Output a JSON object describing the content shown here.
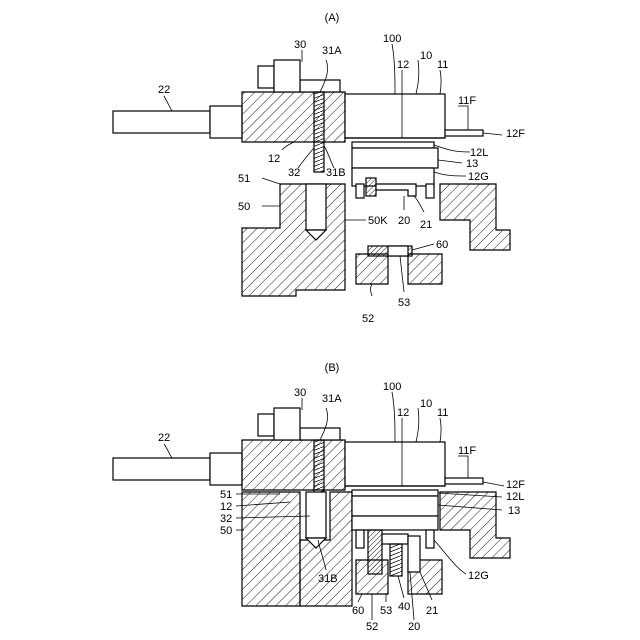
{
  "panels": [
    {
      "id": "A",
      "caption": "(A)",
      "labels": {
        "l22": "22",
        "l30": "30",
        "l31A": "31A",
        "l100": "100",
        "l10": "10",
        "l11": "11",
        "l12top": "12",
        "l11F": "11F",
        "l12F": "12F",
        "l12L": "12L",
        "l13": "13",
        "l12G": "12G",
        "l12left": "12",
        "l32": "32",
        "l31B": "31B",
        "l51": "51",
        "l50": "50",
        "l50K": "50K",
        "l20": "20",
        "l21": "21",
        "l60": "60",
        "l52": "52",
        "l53": "53"
      }
    },
    {
      "id": "B",
      "caption": "(B)",
      "labels": {
        "l22": "22",
        "l30": "30",
        "l31A": "31A",
        "l100": "100",
        "l10": "10",
        "l11": "11",
        "l12top": "12",
        "l11F": "11F",
        "l12F": "12F",
        "l12L": "12L",
        "l13": "13",
        "l51": "51",
        "l12left": "12",
        "l32": "32",
        "l50": "50",
        "l31B": "31B",
        "l12G": "12G",
        "l60": "60",
        "l53": "53",
        "l40": "40",
        "l21": "21",
        "l52": "52",
        "l20": "20"
      }
    }
  ]
}
